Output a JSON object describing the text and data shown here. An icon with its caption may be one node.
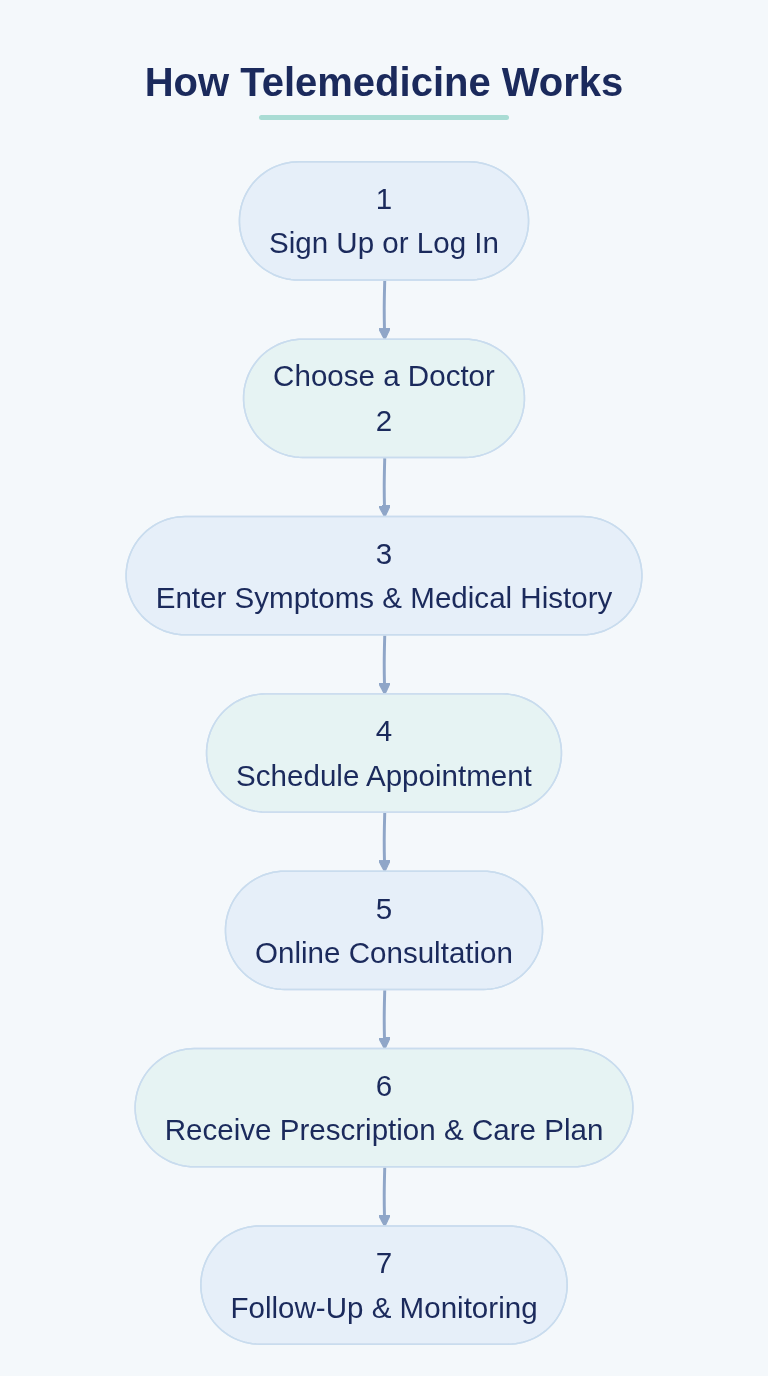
{
  "diagram": {
    "title": "How Telemedicine Works",
    "nodes": [
      {
        "text": [
          "1",
          "Sign Up or Log In"
        ]
      },
      {
        "text": [
          "Choose a Doctor",
          "2"
        ]
      },
      {
        "text": [
          "3",
          "Enter Symptoms & Medical History"
        ]
      },
      {
        "text": [
          "4",
          "Schedule Appointment"
        ]
      },
      {
        "text": [
          "5",
          "Online Consultation"
        ]
      },
      {
        "text": [
          "6",
          "Receive Prescription & Care Plan"
        ]
      },
      {
        "text": [
          "7",
          "Follow-Up & Monitoring"
        ]
      }
    ],
    "edges": [
      {
        "from": 0,
        "to": 1,
        "arrow": "to"
      },
      {
        "from": 1,
        "to": 2,
        "arrow": "to"
      },
      {
        "from": 2,
        "to": 3,
        "arrow": "to"
      },
      {
        "from": 3,
        "to": 4,
        "arrow": "to"
      },
      {
        "from": 4,
        "to": 5,
        "arrow": "to"
      },
      {
        "from": 5,
        "to": 6,
        "arrow": "to"
      }
    ]
  }
}
